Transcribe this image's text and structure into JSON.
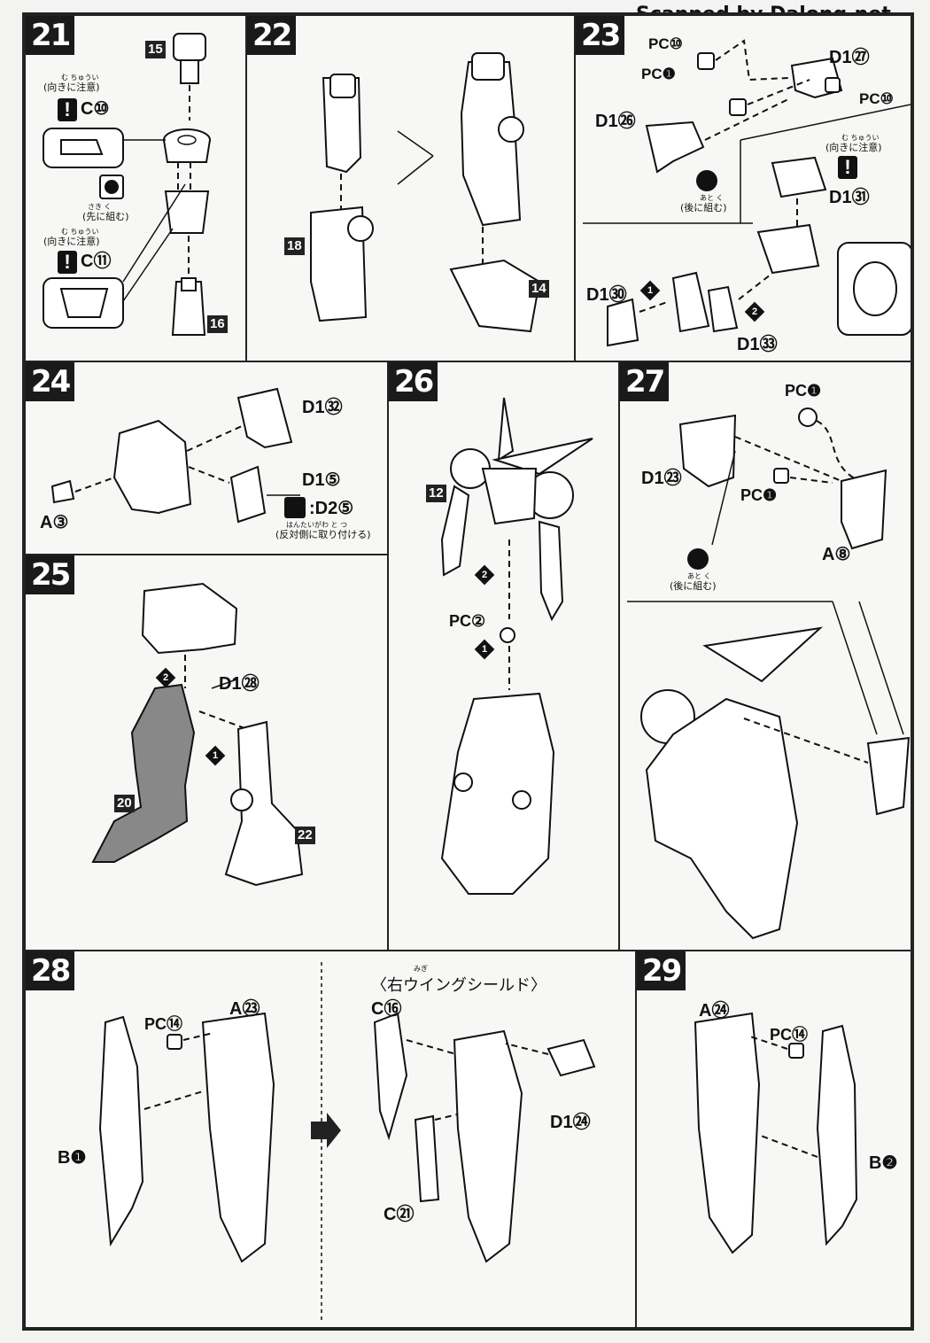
{
  "watermark": "Scanned by Dalong.net",
  "steps": {
    "s21": {
      "num": "21",
      "ref15": "15",
      "ref16": "16",
      "ruby1": "む ちゅうい",
      "note1": "(向きに注意)",
      "c10": "C⑩",
      "note_first": "(先に組む)",
      "ruby_first": "さき く",
      "ruby2": "む ちゅうい",
      "note2": "(向きに注意)",
      "c11": "C⑪"
    },
    "s22": {
      "num": "22",
      "ref18": "18",
      "ref14": "14"
    },
    "s23": {
      "num": "23",
      "pc10a": "PC⑩",
      "pc1": "PC❶",
      "d127": "D1㉗",
      "pc10b": "PC⑩",
      "d126": "D1㉖",
      "note_after": "(後に組む)",
      "ruby_after": "あと く",
      "ruby_warn": "む ちゅうい",
      "note_warn": "(向きに注意)",
      "d131": "D1㉛",
      "d130": "D1㉚",
      "d133": "D1㉝",
      "step1": "1",
      "step2": "2"
    },
    "s24": {
      "num": "24",
      "d132": "D1㉜",
      "d15": "D1⑤",
      "d25": ":D2⑤",
      "ruby_opp": "はんたいがわ と つ",
      "note_opp": "(反対側に取り付ける)",
      "a3": "A③"
    },
    "s25": {
      "num": "25",
      "d128": "D1㉘",
      "ref20": "20",
      "ref22": "22",
      "step1": "1",
      "step2": "2"
    },
    "s26": {
      "num": "26",
      "ref12": "12",
      "pc2": "PC②",
      "step1": "1",
      "step2": "2"
    },
    "s27": {
      "num": "27",
      "pc1a": "PC❶",
      "d123": "D1㉓",
      "pc1b": "PC❶",
      "note_after": "(後に組む)",
      "ruby_after": "あと く",
      "a8": "A⑧"
    },
    "s28": {
      "num": "28",
      "a23": "A㉓",
      "pc14": "PC⑭",
      "b1": "B❶",
      "ruby_title": "みぎ",
      "title": "〈右ウイングシールド〉",
      "c16": "C⑯",
      "d124": "D1㉔",
      "c21": "C㉑"
    },
    "s29": {
      "num": "29",
      "a24": "A㉔",
      "pc14": "PC⑭",
      "b2": "B❷"
    }
  }
}
